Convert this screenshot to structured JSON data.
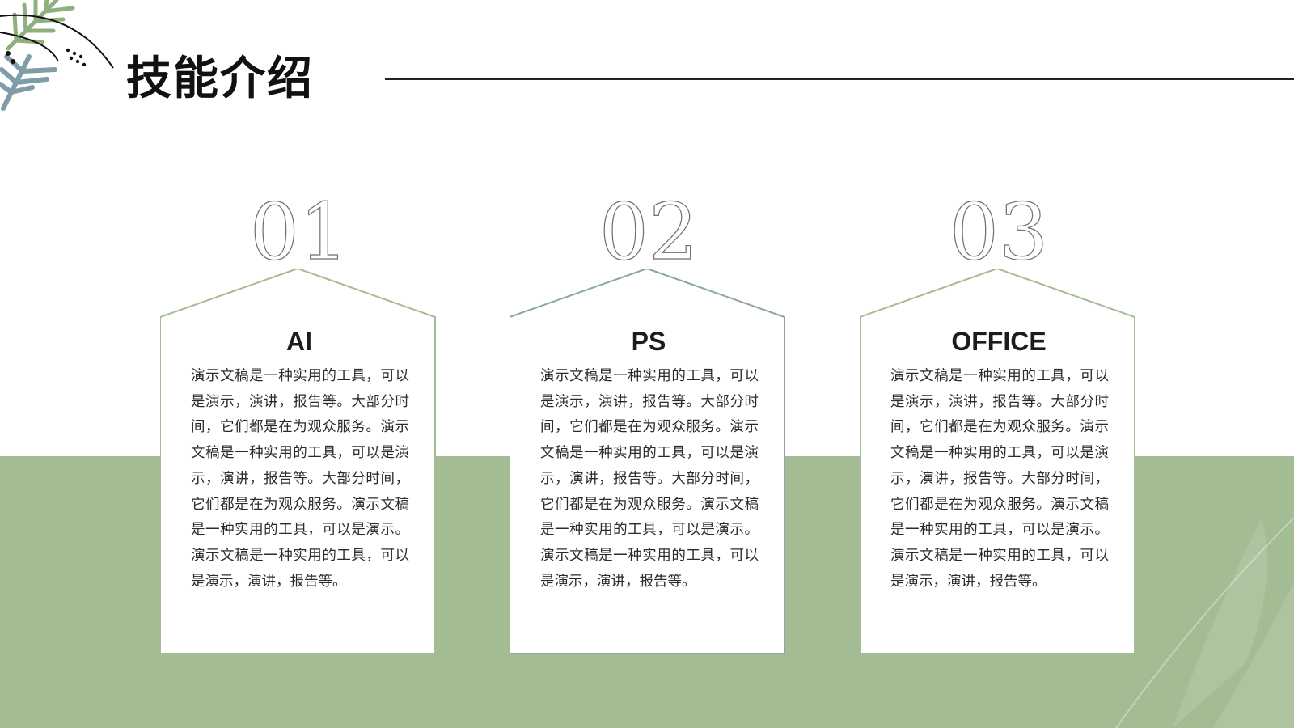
{
  "page": {
    "title": "技能介绍",
    "accent_green": "#a3bc94",
    "accent_bluegray": "#8ea3aa"
  },
  "cards": [
    {
      "number": "01",
      "heading": "AI",
      "body": "演示文稿是一种实用的工具，可以是演示，演讲，报告等。大部分时间，它们都是在为观众服务。演示文稿是一种实用的工具，可以是演示，演讲，报告等。大部分时间，它们都是在为观众服务。演示文稿是一种实用的工具，可以是演示。演示文稿是一种实用的工具，可以是演示，演讲，报告等。",
      "border_color": "#a3bc94"
    },
    {
      "number": "02",
      "heading": "PS",
      "body": "演示文稿是一种实用的工具，可以是演示，演讲，报告等。大部分时间，它们都是在为观众服务。演示文稿是一种实用的工具，可以是演示，演讲，报告等。大部分时间，它们都是在为观众服务。演示文稿是一种实用的工具，可以是演示。演示文稿是一种实用的工具，可以是演示，演讲，报告等。",
      "border_color": "#8ea3aa"
    },
    {
      "number": "03",
      "heading": "OFFICE",
      "body": "演示文稿是一种实用的工具，可以是演示，演讲，报告等。大部分时间，它们都是在为观众服务。演示文稿是一种实用的工具，可以是演示，演讲，报告等。大部分时间，它们都是在为观众服务。演示文稿是一种实用的工具，可以是演示。演示文稿是一种实用的工具，可以是演示，演讲，报告等。",
      "border_color": "#a3bc94"
    }
  ]
}
